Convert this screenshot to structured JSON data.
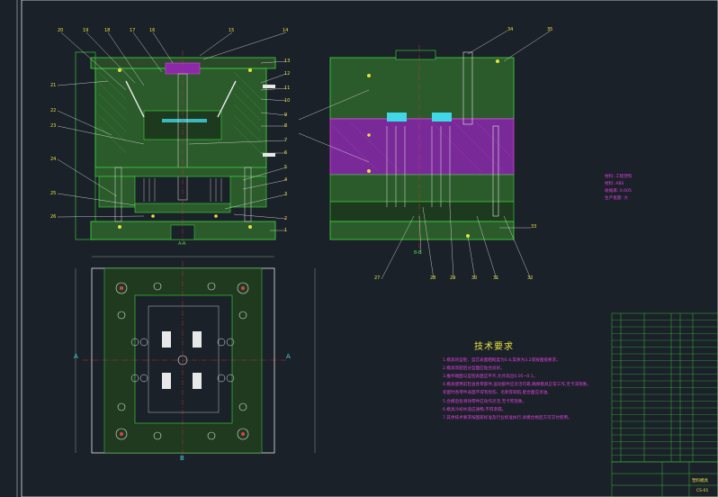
{
  "colors": {
    "background": "#1b2129",
    "frame": "#e8e8e8",
    "plate": "#3cdc3c",
    "cavity": "#8a2aa8",
    "leader": "#e8e8e8",
    "text_yellow": "#e8e040",
    "text_magenta": "#e040e0",
    "text_cyan": "#40d8e8",
    "centerline": "#e04040"
  },
  "callouts_left_top": [
    "20",
    "19",
    "18",
    "17",
    "16",
    "15",
    "14"
  ],
  "callouts_left_side": [
    "21",
    "22",
    "23",
    "24",
    "25",
    "26"
  ],
  "callouts_left_right": [
    "13",
    "12",
    "11",
    "10",
    "9",
    "8",
    "7",
    "6",
    "5",
    "4",
    "3",
    "2",
    "1"
  ],
  "callouts_right_top": [
    "34",
    "35"
  ],
  "callouts_right_bottom": [
    "27",
    "28",
    "29",
    "30",
    "31",
    "32",
    "33"
  ],
  "section_marks": {
    "a_left": "A",
    "a_right": "A",
    "b_bottom": "B",
    "section_aa": "A-A",
    "section_bb": "B-B"
  },
  "material": {
    "line1": "材料: 工程塑料",
    "line2": "材料: ABS",
    "line3": "收缩率: 0.005",
    "line4": "生产批量: 大"
  },
  "tech": {
    "title": "技术要求",
    "lines": [
      "1.模具的型腔、型芯表面粗糙度为0.4,其余为3.2或按图纸要求。",
      "2.模具装配后分型面应贴合良好。",
      "3.推杆端面与型腔表面应平齐,允许高出0.05~0.1。",
      "4.模具使用前检查各零部件,运动部件应灵活可靠,确保模具正常工作,无卡滞现象。",
      "   装配时各零件表面不得有划伤、毛刺等缺陷,配合面应涂油,",
      "5.合模后各滑动零件应动作灵活,无卡死现象。",
      "6.模具冷却水道应通畅,不得渗漏。",
      "7.其余技术要求按国家标准及行业标准执行,试模合格后方可交付使用。"
    ]
  },
  "title_block": {
    "bom_rows": 22,
    "drawing_title": "塑料模具",
    "drawing_no": "CS-01"
  }
}
